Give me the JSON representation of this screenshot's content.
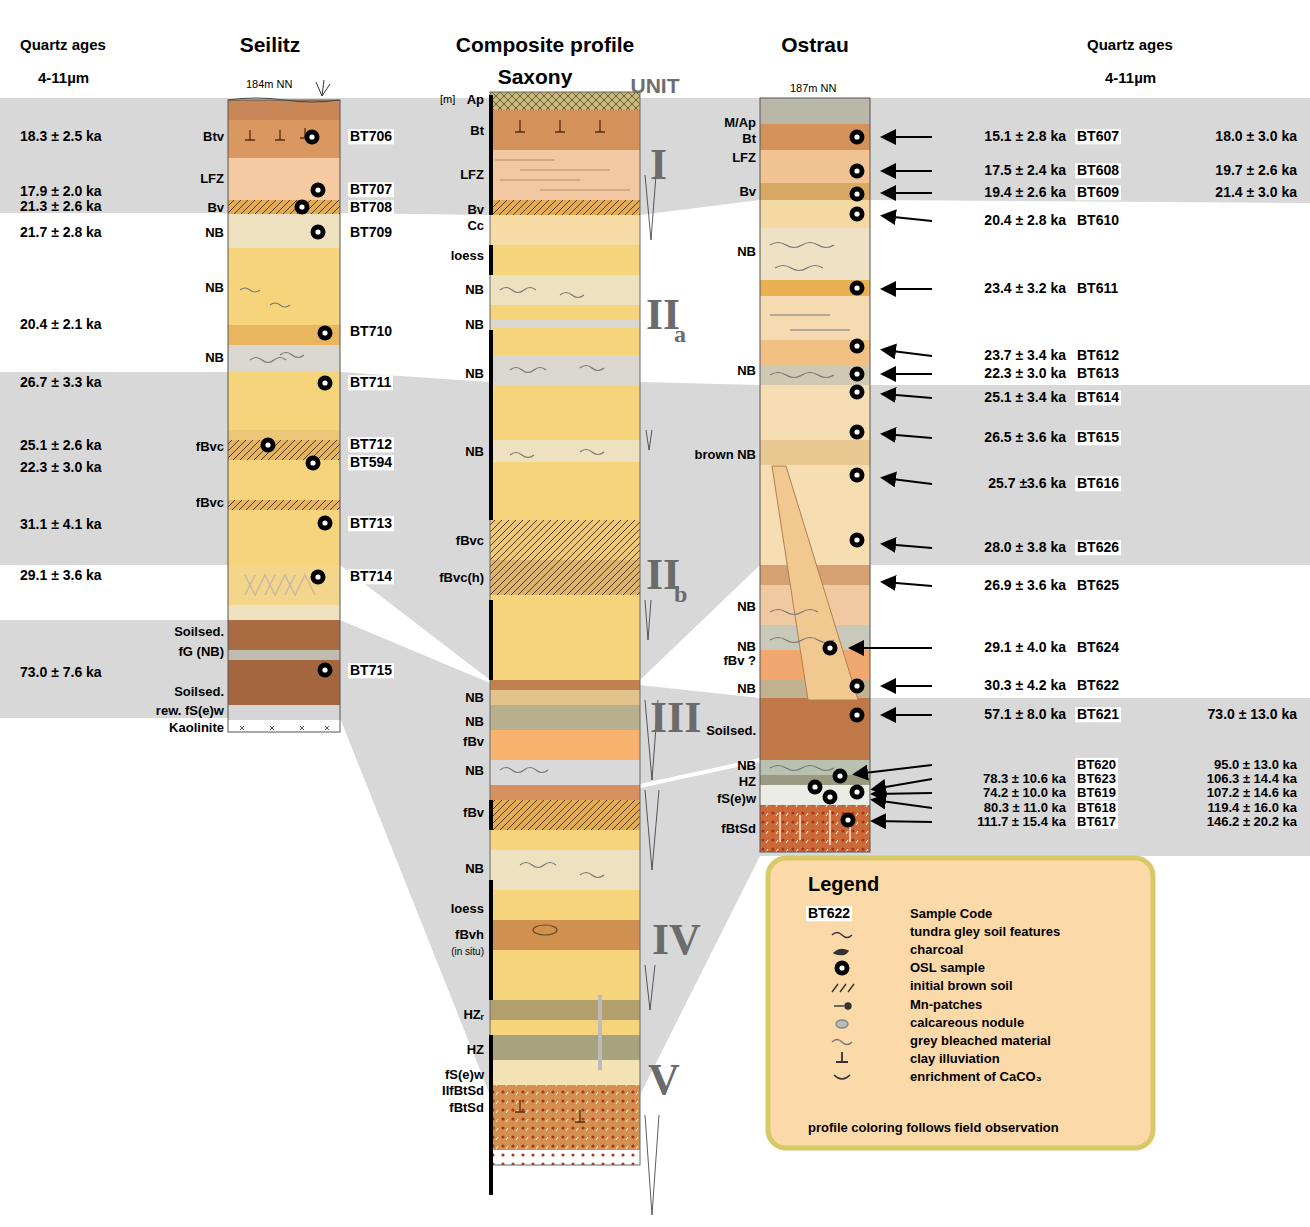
{
  "diagram": {
    "labels": [
      "Quartz ages",
      "4-11µm",
      "Seilitz",
      "Composite profile",
      "Saxony",
      "UNIT",
      "Ostrau",
      "Quartz ages",
      "4-11µm",
      "184m NN",
      "[m]",
      "187m NN",
      "18.3 ± 2.5 ka",
      "17.9 ± 2.0 ka",
      "21.3 ± 2.6 ka",
      "21.7 ± 2.8 ka",
      "20.4 ± 2.1 ka",
      "26.7 ± 3.3 ka",
      "25.1 ± 2.6 ka",
      "22.3 ± 3.0 ka",
      "31.1 ± 4.1 ka",
      "29.1 ± 3.6 ka",
      "73.0 ± 7.6 ka",
      "Btv",
      "LFZ",
      "Bv",
      "NB",
      "NB",
      "NB",
      "fBvc",
      "fBvc",
      "Soilsed.",
      "fG (NB)",
      "Soilsed.",
      "rew. fS(e)w",
      "Kaolinite",
      "BT706",
      "BT707",
      "BT708",
      "BT709",
      "BT710",
      "BT711",
      "BT712",
      "BT594",
      "BT713",
      "BT714",
      "BT715",
      "Ap",
      "Bt",
      "LFZ",
      "Bv",
      "Cc",
      "loess",
      "NB",
      "NB",
      "NB",
      "NB",
      "fBvc",
      "fBvc(h)",
      "NB",
      "NB",
      "fBv",
      "NB",
      "fBv",
      "NB",
      "loess",
      "fBvh",
      "(in situ)",
      "HZᵣ",
      "HZ",
      "fS(e)w",
      "IIfBtSd",
      "fBtSd",
      "I",
      "II",
      "a",
      "II",
      "b",
      "III",
      "IV",
      "V",
      "M/Ap",
      "Bt",
      "LFZ",
      "Bv",
      "NB",
      "NB",
      "brown NB",
      "NB",
      "NB",
      "fBv ?",
      "NB",
      "Soilsed.",
      "NB",
      "HZ",
      "fS(e)w",
      "fBtSd",
      "15.1 ± 2.8 ka",
      "BT607",
      "18.0 ± 3.0 ka",
      "17.5 ± 2.4 ka",
      "BT608",
      "19.7 ± 2.6 ka",
      "19.4 ± 2.6 ka",
      "BT609",
      "21.4 ± 3.0 ka",
      "20.4 ± 2.8 ka",
      "BT610",
      "23.4 ± 3.2 ka",
      "BT611",
      "23.7 ± 3.4 ka",
      "BT612",
      "22.3 ± 3.0 ka",
      "BT613",
      "25.1 ± 3.4 ka",
      "BT614",
      "26.5 ± 3.6 ka",
      "BT615",
      "25.7 ±3.6 ka",
      "BT616",
      "28.0 ± 3.8 ka",
      "BT626",
      "26.9 ± 3.6 ka",
      "BT625",
      "29.1 ± 4.0 ka",
      "BT624",
      "30.3 ± 4.2 ka",
      "BT622",
      "57.1 ± 8.0 ka",
      "BT621",
      "73.0 ± 13.0 ka",
      "BT620",
      "95.0 ± 13.0 ka",
      "78.3 ± 10.6 ka",
      "BT623",
      "106.3 ± 14.4 ka",
      "74.2 ± 10.0 ka",
      "BT619",
      "107.2 ± 14.6 ka",
      "80.3 ± 11.0 ka",
      "BT618",
      "119.4 ± 16.0 ka",
      "111.7 ± 15.4 ka",
      "BT617",
      "146.2 ± 20.2 ka",
      "Legend",
      "BT622",
      "profile coloring follows field observation"
    ],
    "legend": [
      {
        "text": "Sample Code"
      },
      {
        "text": "tundra gley soil features"
      },
      {
        "text": "charcoal"
      },
      {
        "text": "OSL sample"
      },
      {
        "text": "initial brown soil"
      },
      {
        "text": "Mn-patches"
      },
      {
        "text": "calcareous nodule"
      },
      {
        "text": "grey bleached material"
      },
      {
        "text": "clay illuviation"
      },
      {
        "text": "enrichment of CaCO₃"
      }
    ]
  }
}
